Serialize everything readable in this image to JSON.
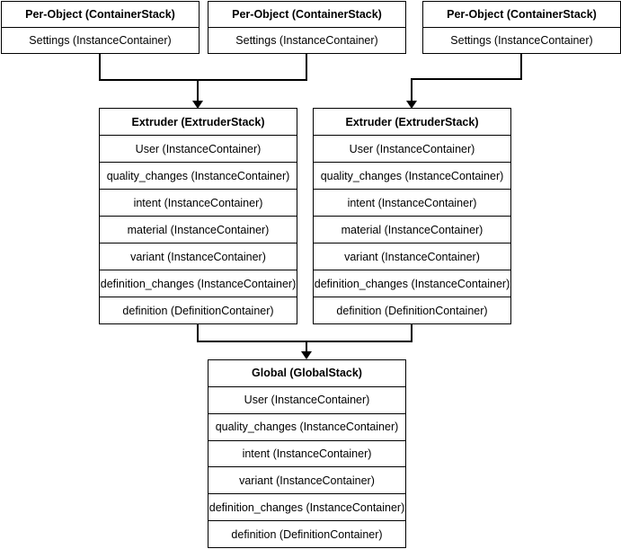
{
  "colors": {
    "stroke": "#000000",
    "fill": "#ffffff",
    "text": "#000000",
    "background": "#ffffff"
  },
  "diagram": {
    "per_object_stacks": [
      {
        "title": "Per-Object (ContainerStack)",
        "rows": [
          "Settings (InstanceContainer)"
        ]
      },
      {
        "title": "Per-Object (ContainerStack)",
        "rows": [
          "Settings (InstanceContainer)"
        ]
      },
      {
        "title": "Per-Object (ContainerStack)",
        "rows": [
          "Settings (InstanceContainer)"
        ]
      }
    ],
    "extruder_stacks": [
      {
        "title": "Extruder (ExtruderStack)",
        "rows": [
          "User (InstanceContainer)",
          "quality_changes (InstanceContainer)",
          "intent (InstanceContainer)",
          "material (InstanceContainer)",
          "variant (InstanceContainer)",
          "definition_changes (InstanceContainer)",
          "definition (DefinitionContainer)"
        ]
      },
      {
        "title": "Extruder (ExtruderStack)",
        "rows": [
          "User (InstanceContainer)",
          "quality_changes (InstanceContainer)",
          "intent (InstanceContainer)",
          "material (InstanceContainer)",
          "variant (InstanceContainer)",
          "definition_changes (InstanceContainer)",
          "definition (DefinitionContainer)"
        ]
      }
    ],
    "global_stack": {
      "title": "Global (GlobalStack)",
      "rows": [
        "User (InstanceContainer)",
        "quality_changes (InstanceContainer)",
        "intent (InstanceContainer)",
        "variant (InstanceContainer)",
        "definition_changes (InstanceContainer)",
        "definition (DefinitionContainer)"
      ]
    },
    "connections": [
      {
        "from": "per-object-stack-1",
        "to": "extruder-stack-1"
      },
      {
        "from": "per-object-stack-2",
        "to": "extruder-stack-1"
      },
      {
        "from": "per-object-stack-3",
        "to": "extruder-stack-2"
      },
      {
        "from": "extruder-stack-1",
        "to": "global-stack"
      },
      {
        "from": "extruder-stack-2",
        "to": "global-stack"
      }
    ]
  }
}
